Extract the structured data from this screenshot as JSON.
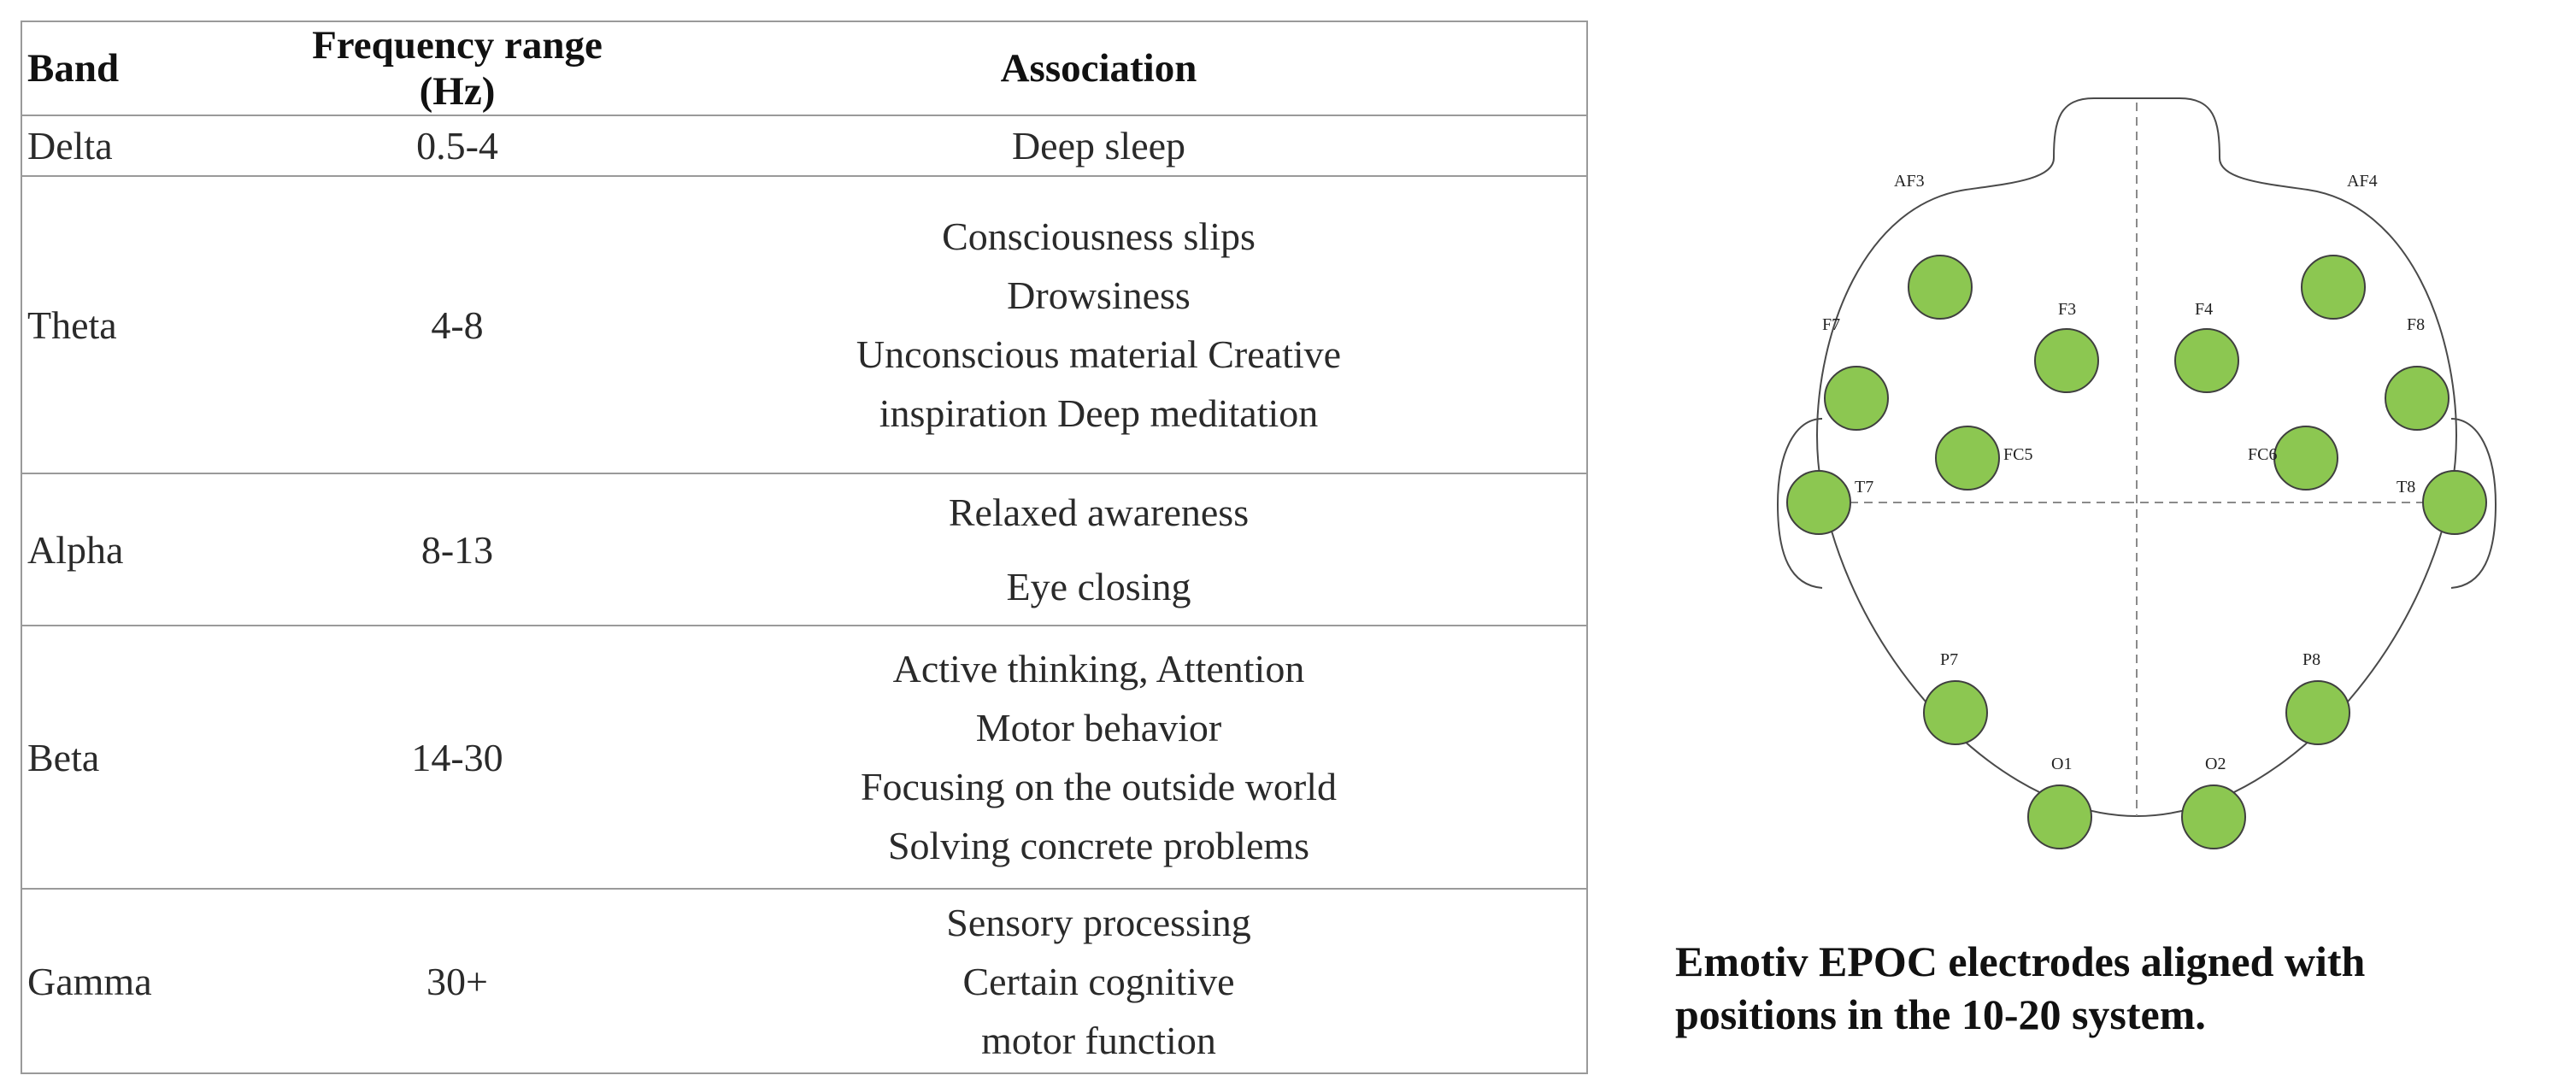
{
  "table": {
    "headers": {
      "band": "Band",
      "frequency": "Frequency range (Hz)",
      "association": "Association"
    },
    "rows": [
      {
        "band": "Delta",
        "frequency": "0.5-4",
        "association": [
          "Deep sleep"
        ]
      },
      {
        "band": "Theta",
        "frequency": "4-8",
        "association": [
          "Consciousness slips",
          "Drowsiness",
          "Unconscious material Creative",
          "inspiration Deep meditation"
        ]
      },
      {
        "band": "Alpha",
        "frequency": "8-13",
        "association": [
          "Relaxed awareness",
          "Eye closing"
        ]
      },
      {
        "band": "Beta",
        "frequency": "14-30",
        "association": [
          "Active thinking, Attention",
          "Motor behavior",
          "Focusing on the outside world",
          "Solving concrete problems"
        ]
      },
      {
        "band": "Gamma",
        "frequency": "30+",
        "association": [
          "Sensory processing",
          "Certain cognitive",
          "motor function"
        ]
      }
    ]
  },
  "diagram": {
    "electrode_color": "#8cc751",
    "electrodes": [
      "AF3",
      "AF4",
      "F3",
      "F4",
      "F7",
      "F8",
      "FC5",
      "FC6",
      "T7",
      "T8",
      "P7",
      "P8",
      "O1",
      "O2"
    ]
  },
  "caption": {
    "line1": "Emotiv EPOC electrodes aligned with",
    "line2": "positions in the 10-20 system."
  }
}
